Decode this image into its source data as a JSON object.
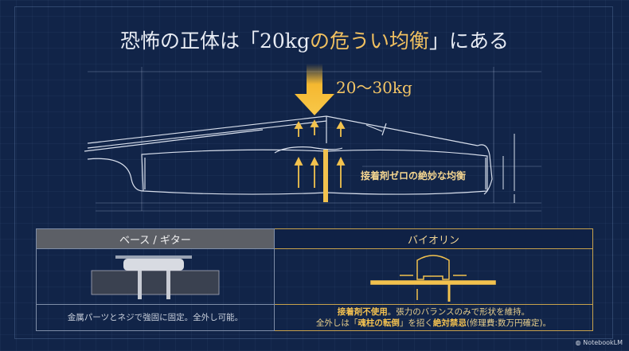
{
  "title": {
    "part1": "恐怖の正体は「20kg",
    "part2": "の危うい均衡",
    "part3": "」にある"
  },
  "diagram": {
    "force_label": "20〜30kg",
    "glue_label": "接着剤ゼロの絶妙な均衡"
  },
  "table": {
    "left": {
      "header": "ベース / ギター",
      "description": "金属パーツとネジで強固に固定。全外し可能。"
    },
    "right": {
      "header": "バイオリン",
      "line1_hl": "接着剤不使用",
      "line1": "。張力のバランスのみで形状を維持。",
      "line2_a": "全外しは「",
      "line2_hl": "魂柱の転倒",
      "line2_b": "」を招く",
      "line2_hl2": "絶対禁忌",
      "line2_c": "(修理費:数万円確定)。"
    }
  },
  "branding": {
    "logo": "NotebookLM"
  },
  "colors": {
    "background": "#112448",
    "gold": "#f0c060",
    "line": "#cfd6e4"
  }
}
